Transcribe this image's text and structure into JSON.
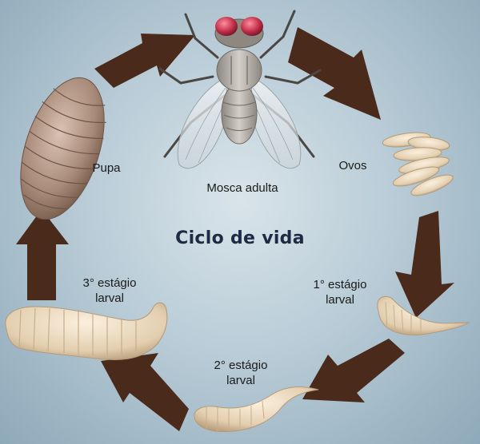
{
  "diagram": {
    "title": "Ciclo de vida",
    "stages": {
      "adult": "Mosca adulta",
      "eggs": "Ovos",
      "larva1": {
        "line1": "1° estágio",
        "line2": "larval"
      },
      "larva2": {
        "line1": "2° estágio",
        "line2": "larval"
      },
      "larva3": {
        "line1": "3° estágio",
        "line2": "larval"
      },
      "pupa": "Pupa"
    }
  },
  "colors": {
    "background": "#b9ccd7",
    "arrow": "#4a2a1a",
    "title": "#1f2a45",
    "larva": "#e6d2b4",
    "pupa": "#a88a78",
    "fly_eyes": "#c2304a"
  }
}
